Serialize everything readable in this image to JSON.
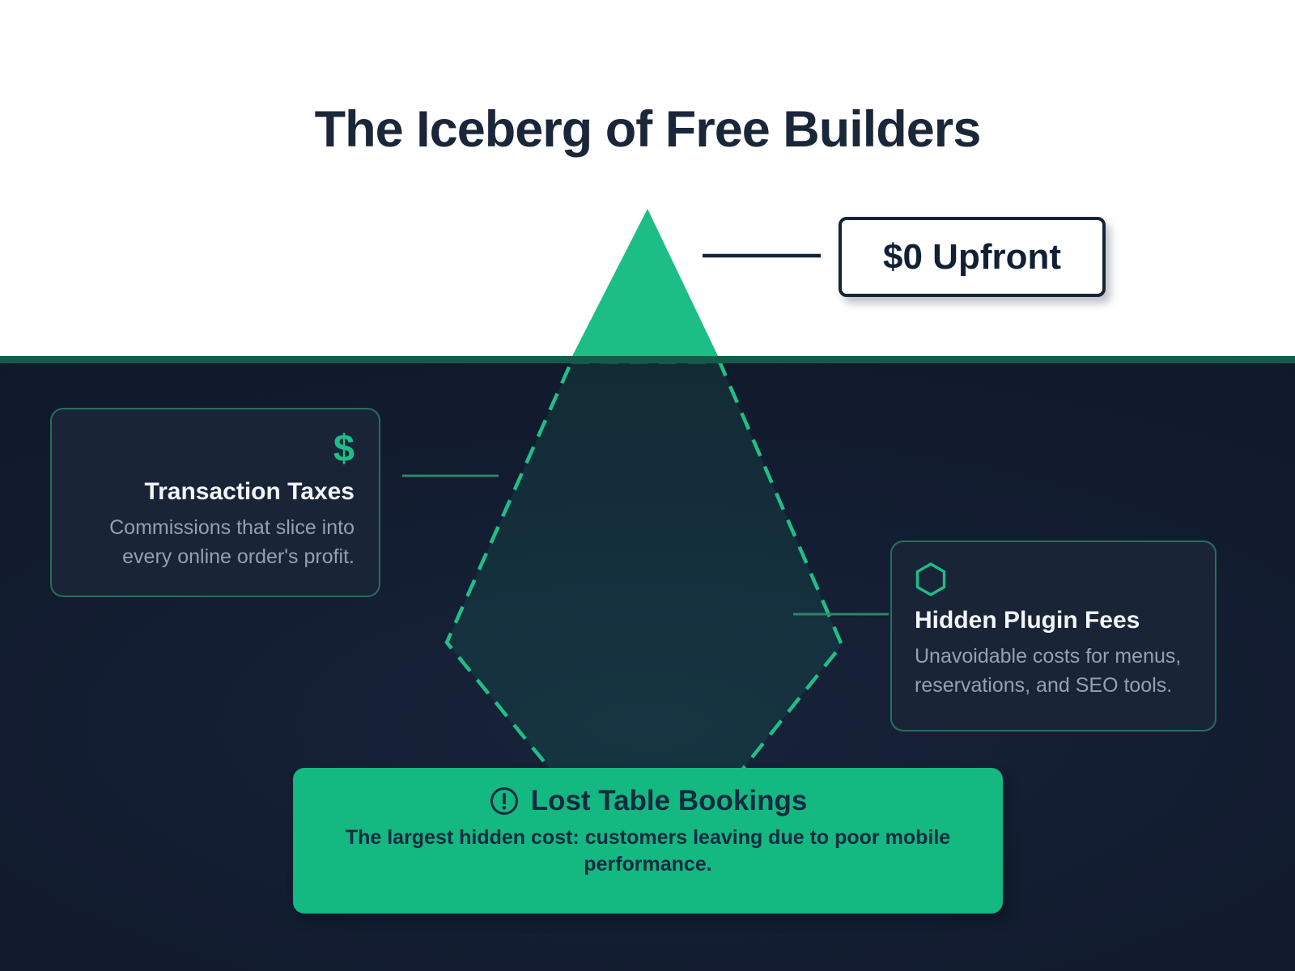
{
  "page": {
    "title": "The Iceberg of Free Builders"
  },
  "surface": {
    "callout_label": "$0 Upfront"
  },
  "underwater": {
    "transaction_card": {
      "icon": "dollar-icon",
      "icon_char": "$",
      "title": "Transaction Taxes",
      "description": "Commissions that slice into every online order's profit."
    },
    "plugin_card": {
      "icon": "hexagon-icon",
      "title": "Hidden Plugin Fees",
      "description": "Unavoidable costs for menus, reservations, and SEO tools."
    },
    "bookings_card": {
      "icon": "alert-circle-icon",
      "title": "Lost Table Bookings",
      "description": "The largest hidden cost: customers leaving due to poor mobile performance."
    }
  },
  "colors": {
    "iceberg_green": "#1dbd86",
    "banner_green": "#14b881",
    "deep_navy": "#111b2c",
    "waterline_teal": "#135c4b",
    "text_navy": "#152a40",
    "card_background": "#1a2437",
    "muted_text": "#93a0b4",
    "dash_green": "#21be88"
  }
}
